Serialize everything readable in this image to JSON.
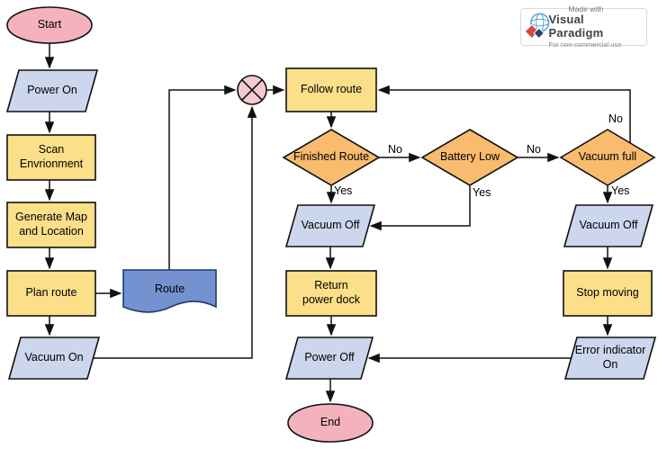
{
  "diagram": {
    "nodes": {
      "start": {
        "type": "terminator",
        "label": "Start"
      },
      "power_on": {
        "type": "data",
        "label": "Power On"
      },
      "scan_environment": {
        "type": "process",
        "label": "Scan Envrionment"
      },
      "generate_map": {
        "type": "process",
        "label": "Generate Map and Location"
      },
      "plan_route": {
        "type": "process",
        "label": "Plan route"
      },
      "route": {
        "type": "document",
        "label": "Route"
      },
      "vacuum_on": {
        "type": "data",
        "label": "Vacuum On"
      },
      "junction": {
        "type": "summing-junction",
        "label": ""
      },
      "follow_route": {
        "type": "process",
        "label": "Follow route"
      },
      "finished_route": {
        "type": "decision",
        "label": "Finished Route"
      },
      "battery_low": {
        "type": "decision",
        "label": "Battery Low"
      },
      "vacuum_full": {
        "type": "decision",
        "label": "Vacuum full"
      },
      "vacuum_off_left": {
        "type": "data",
        "label": "Vacuum Off"
      },
      "vacuum_off_right": {
        "type": "data",
        "label": "Vacuum Off"
      },
      "return_power_dock": {
        "type": "process",
        "label": "Return power dock"
      },
      "stop_moving": {
        "type": "process",
        "label": "Stop moving"
      },
      "power_off": {
        "type": "data",
        "label": "Power Off"
      },
      "error_indicator_on": {
        "type": "data",
        "label": "Error indicator On"
      },
      "end": {
        "type": "terminator",
        "label": "End"
      }
    },
    "edges": [
      {
        "from": "start",
        "to": "power_on",
        "label": ""
      },
      {
        "from": "power_on",
        "to": "scan_environment",
        "label": ""
      },
      {
        "from": "scan_environment",
        "to": "generate_map",
        "label": ""
      },
      {
        "from": "generate_map",
        "to": "plan_route",
        "label": ""
      },
      {
        "from": "plan_route",
        "to": "route",
        "label": ""
      },
      {
        "from": "plan_route",
        "to": "vacuum_on",
        "label": ""
      },
      {
        "from": "vacuum_on",
        "to": "junction",
        "label": ""
      },
      {
        "from": "route",
        "to": "junction",
        "label": ""
      },
      {
        "from": "junction",
        "to": "follow_route",
        "label": ""
      },
      {
        "from": "follow_route",
        "to": "finished_route",
        "label": ""
      },
      {
        "from": "finished_route",
        "to": "battery_low",
        "label": "No"
      },
      {
        "from": "battery_low",
        "to": "vacuum_full",
        "label": "No"
      },
      {
        "from": "vacuum_full",
        "to": "follow_route",
        "label": "No"
      },
      {
        "from": "finished_route",
        "to": "vacuum_off_left",
        "label": "Yes"
      },
      {
        "from": "battery_low",
        "to": "vacuum_off_left",
        "label": "Yes"
      },
      {
        "from": "vacuum_off_left",
        "to": "return_power_dock",
        "label": ""
      },
      {
        "from": "return_power_dock",
        "to": "power_off",
        "label": ""
      },
      {
        "from": "power_off",
        "to": "end",
        "label": ""
      },
      {
        "from": "vacuum_full",
        "to": "vacuum_off_right",
        "label": "Yes"
      },
      {
        "from": "vacuum_off_right",
        "to": "stop_moving",
        "label": ""
      },
      {
        "from": "stop_moving",
        "to": "error_indicator_on",
        "label": ""
      },
      {
        "from": "error_indicator_on",
        "to": "power_off",
        "label": ""
      }
    ],
    "colors": {
      "terminator_fill": "#f3b2bc",
      "process_fill": "#fbdf89",
      "decision_fill": "#f9bb6e",
      "data_fill": "#ccd7ed",
      "document_fill": "#7392cf",
      "junction_fill": "#f3cad0",
      "line": "#111111"
    }
  },
  "watermark": {
    "made_with": "Made with",
    "brand": "Visual Paradigm",
    "license": "For non-commercial use"
  }
}
